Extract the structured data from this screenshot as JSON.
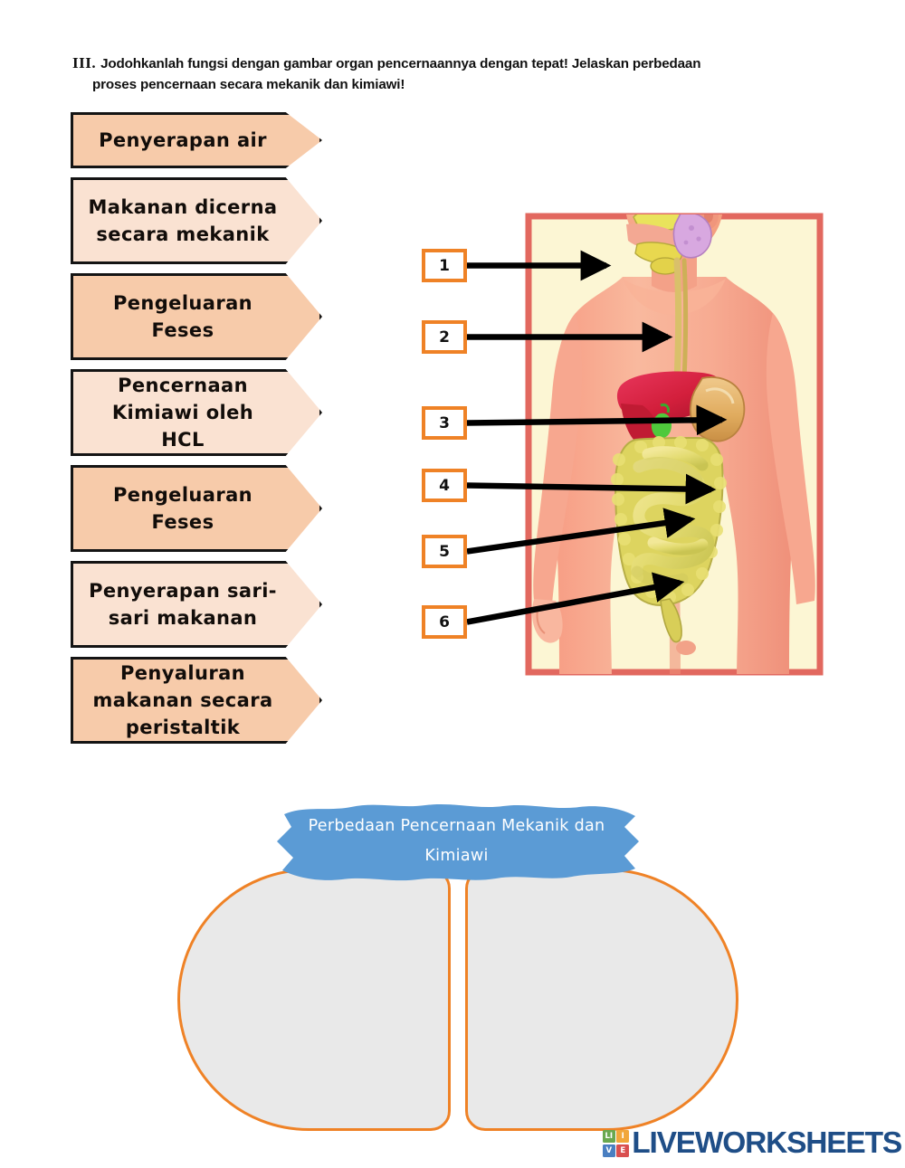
{
  "instruction": {
    "numeral": "III.",
    "line1": "Jodohkanlah fungsi dengan gambar organ pencernaannya dengan tepat! Jelaskan perbedaan",
    "line2": "proses pencernaan secara mekanik dan kimiawi!"
  },
  "tags": [
    {
      "id": "tag-penyerapan-air",
      "text": "Penyerapan air",
      "lines": 1,
      "shade": "dark"
    },
    {
      "id": "tag-makanan-dicerna",
      "text": "Makanan dicerna secara mekanik",
      "lines": 2,
      "shade": "light"
    },
    {
      "id": "tag-pengeluaran-feses-1",
      "text": "Pengeluaran Feses",
      "lines": 2,
      "shade": "dark"
    },
    {
      "id": "tag-pencernaan-kimiawi",
      "text": "Pencernaan Kimiawi oleh HCL",
      "lines": 2,
      "shade": "light"
    },
    {
      "id": "tag-pengeluaran-feses-2",
      "text": "Pengeluaran Feses",
      "lines": 2,
      "shade": "dark"
    },
    {
      "id": "tag-penyerapan-sari",
      "text": "Penyerapan sari-sari makanan",
      "lines": 2,
      "shade": "light"
    },
    {
      "id": "tag-penyaluran-makanan",
      "text": "Penyaluran makanan secara peristaltik",
      "lines": 2,
      "shade": "dark"
    }
  ],
  "diagram": {
    "alt_name": "human-digestive-system-illustration",
    "callouts": [
      {
        "number": "1",
        "organ": "mouth-salivary-glands"
      },
      {
        "number": "2",
        "organ": "esophagus"
      },
      {
        "number": "3",
        "organ": "stomach"
      },
      {
        "number": "4",
        "organ": "small-intestine"
      },
      {
        "number": "5",
        "organ": "large-intestine"
      },
      {
        "number": "6",
        "organ": "rectum-anus"
      }
    ]
  },
  "banner": {
    "line1": "Perbedaan Pencernaan Mekanik dan",
    "line2": "Kimiawi"
  },
  "answer_panels": [
    {
      "id": "answer-panel-left",
      "value": ""
    },
    {
      "id": "answer-panel-right",
      "value": ""
    }
  ],
  "logo": {
    "tiles": [
      {
        "letter": "LI",
        "color": "#6aa84f"
      },
      {
        "letter": "I",
        "color": "#f1a73b"
      },
      {
        "letter": "V",
        "color": "#4a7fc1"
      },
      {
        "letter": "E",
        "color": "#d94f4f"
      }
    ],
    "wordmark": "LIVEWORKSHEETS",
    "brand_color": "#1f4e87"
  },
  "colors": {
    "tag_dark": "#f7cbaa",
    "tag_light": "#fae2d2",
    "tag_border": "#141414",
    "callout_border": "#ef8226",
    "banner_blue": "#5b9bd5",
    "panel_fill": "#e9e9e9",
    "panel_border": "#ef8226"
  }
}
